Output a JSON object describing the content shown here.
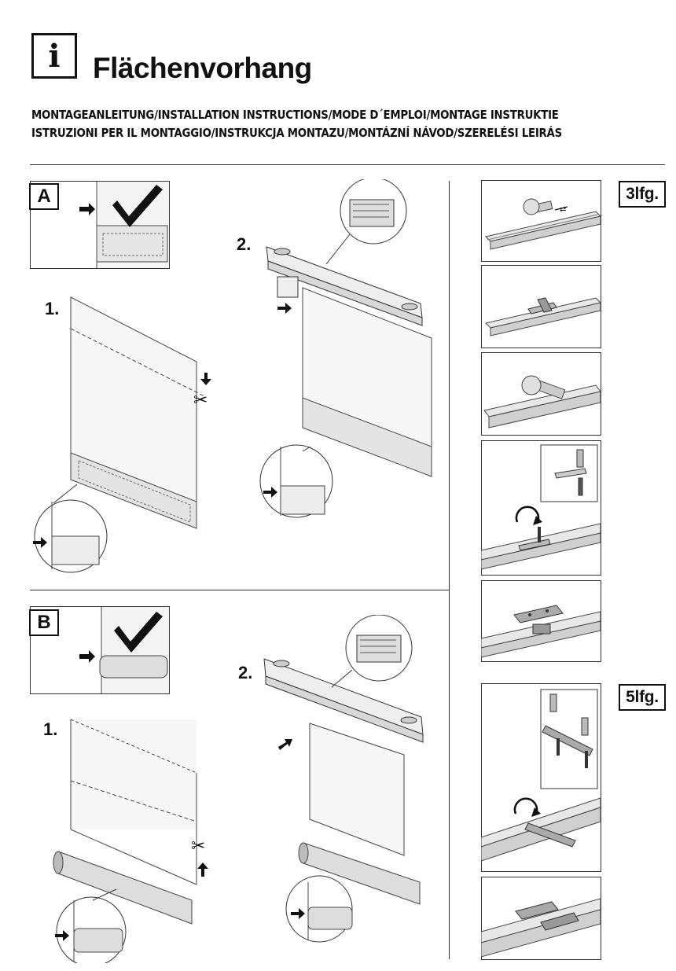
{
  "header": {
    "info_icon": "i",
    "title": "Flächenvorhang",
    "subtitle_line1": "MONTAGEANLEITUNG/INSTALLATION INSTRUCTIONS/MODE D´EMPLOI/MONTAGE INSTRUKTIE",
    "subtitle_line2": "ISTRUZIONI PER IL MONTAGGIO/INSTRUKCJA MONTAZU/MONTÁZNÍ NÁVOD/SZERELÉSI LEIRÁS"
  },
  "section_a": {
    "label": "A",
    "step1": "1.",
    "step2": "2."
  },
  "section_b": {
    "label": "B",
    "step1": "1.",
    "step2": "2."
  },
  "sidebar": {
    "label_3lfg": "3lfg.",
    "label_5lfg": "5lfg."
  }
}
